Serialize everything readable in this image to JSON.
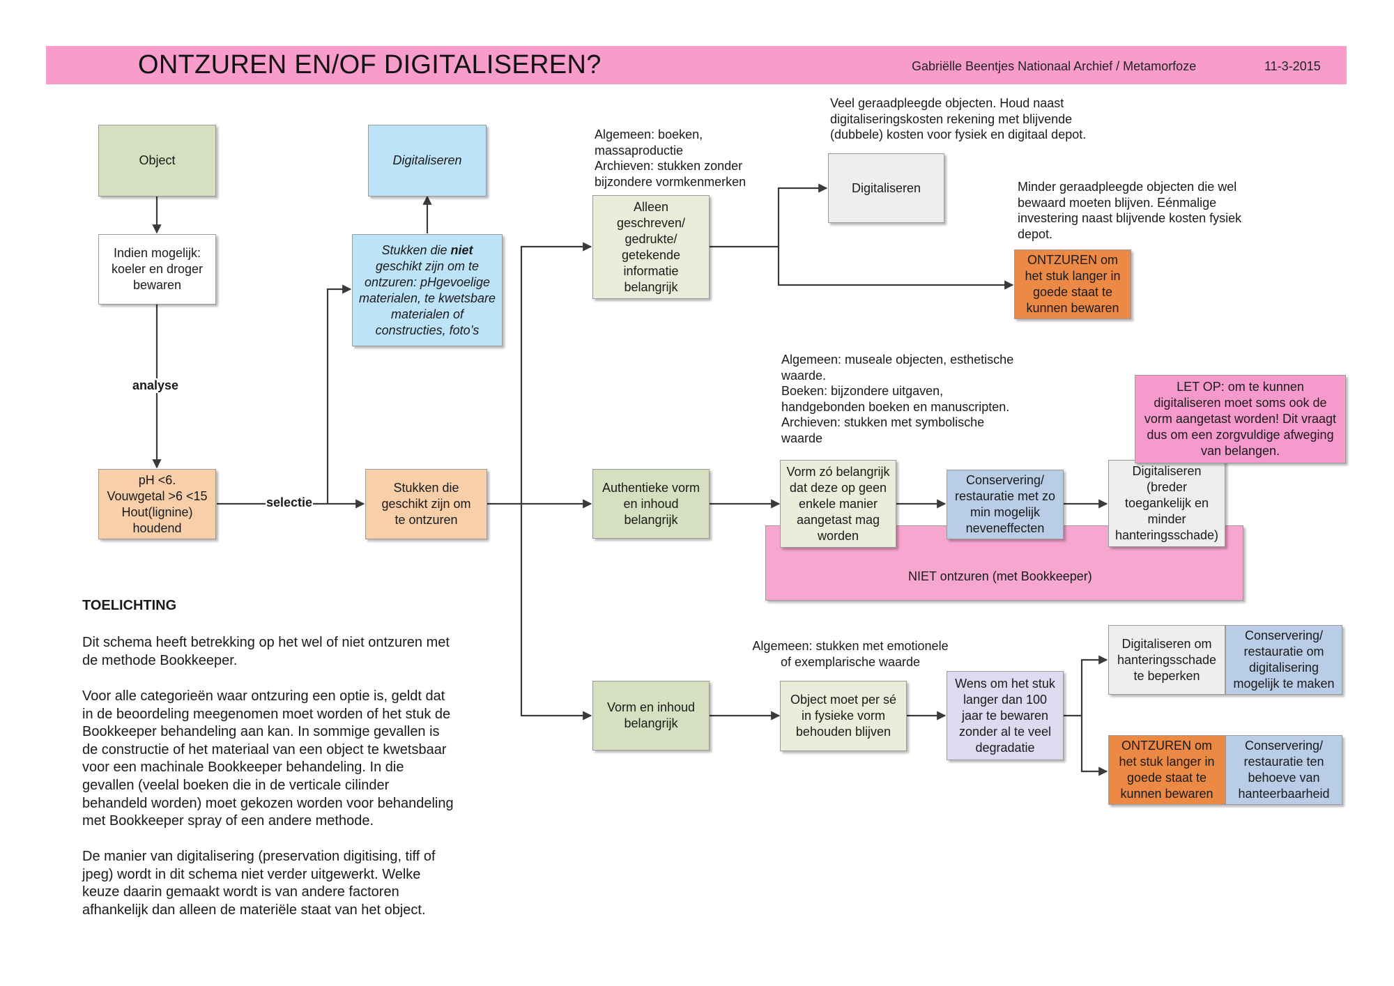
{
  "header": {
    "title": "ONTZUREN EN/OF DIGITALISEREN?",
    "author": "Gabriëlle Beentjes Nationaal Archief / Metamorfoze",
    "date": "11-3-2015"
  },
  "colors": {
    "header_pink": "#f79ccb",
    "green": "#d6dfbf",
    "peach": "#f8cfa8",
    "blue": "#bde3f8",
    "steel_blue": "#b9cde6",
    "orange": "#ec8a45",
    "pink": "#f699cc",
    "lavender": "#dfdaf0"
  },
  "nodes": {
    "object": "Object",
    "koeler": [
      "Indien mogelijk:",
      "koeler en droger",
      "bewaren"
    ],
    "ph": [
      "pH <6.",
      "Vouwgetal >6 <15",
      "Hout(lignine)",
      "houdend"
    ],
    "digitaliseren_top": "Digitaliseren",
    "niet_geschikt": {
      "pre": "Stukken die ",
      "bold": "niet",
      "post": " geschikt zijn om te ontzuren: pHgevoelige materialen, te kwetsbare materialen of constructies, foto’s"
    },
    "geschikt": [
      "Stukken die",
      "geschikt zijn om",
      "te ontzuren"
    ],
    "alleen": [
      "Alleen",
      "geschreven/",
      "gedrukte/",
      "getekende",
      "informatie",
      "belangrijk"
    ],
    "digitaliseren_r1": "Digitaliseren",
    "ontzuren_r1": [
      "ONTZUREN om",
      "het stuk langer in",
      "goede staat te",
      "kunnen bewaren"
    ],
    "authentiek": [
      "Authentieke vorm",
      "en inhoud",
      "belangrijk"
    ],
    "vorm_zo": [
      "Vorm zó belangrijk",
      "dat deze op geen",
      "enkele manier",
      "aangetast mag",
      "worden"
    ],
    "conservering_r2": [
      "Conservering/",
      "restauratie met zo",
      "min mogelijk",
      "neveneffecten"
    ],
    "digitaliseren_r2": [
      "Digitaliseren",
      "(breder",
      "toegankelijk en",
      "minder",
      "hanteringsschade)"
    ],
    "niet_ontzuren": "NIET ontzuren (met Bookkeeper)",
    "let_op": [
      "LET OP: om te kunnen",
      "digitaliseren moet soms ook de",
      "vorm aangetast worden! Dit vraagt",
      "dus om een zorgvuldige afweging",
      "van belangen."
    ],
    "vorm_inhoud": [
      "Vorm en inhoud",
      "belangrijk"
    ],
    "object_fysiek": [
      "Object moet per sé",
      "in fysieke vorm",
      "behouden blijven"
    ],
    "wens": [
      "Wens om het stuk",
      "langer dan 100",
      "jaar te bewaren",
      "zonder al te veel",
      "degradatie"
    ],
    "dig_hantering": [
      "Digitaliseren om",
      "hanteringsschade",
      "te beperken"
    ],
    "cons_dig": [
      "Conservering/",
      "restauratie om",
      "digitalisering",
      "mogelijk te maken"
    ],
    "ontzuren_r3": [
      "ONTZUREN om",
      "het stuk langer in",
      "goede staat te",
      "kunnen bewaren"
    ],
    "cons_behoeve": [
      "Conservering/",
      "restauratie ten",
      "behoeve van",
      "hanteerbaarheid"
    ]
  },
  "edge_labels": {
    "analyse": "analyse",
    "selectie": "selectie"
  },
  "notes": {
    "algemeen_boeken": [
      "Algemeen: boeken,",
      "massaproductie",
      "Archieven: stukken zonder",
      "bijzondere vormkenmerken"
    ],
    "veel_geraadpleegde": [
      "Veel geraadpleegde objecten. Houd naast",
      "digitaliseringskosten rekening met blijvende",
      "(dubbele) kosten voor fysiek en digitaal depot."
    ],
    "minder_geraadpleegde": [
      "Minder geraadpleegde objecten die wel",
      "bewaard moeten blijven. Eénmalige",
      "investering naast blijvende kosten fysiek",
      "depot."
    ],
    "algemeen_museale": [
      "Algemeen: museale objecten, esthetische",
      "waarde.",
      "Boeken: bijzondere uitgaven,",
      "handgebonden boeken en manuscripten.",
      "Archieven: stukken met symbolische",
      "waarde"
    ],
    "algemeen_emotionele": [
      "Algemeen: stukken met emotionele",
      "of exemplarische waarde"
    ]
  },
  "explanation": {
    "heading": "TOELICHTING",
    "paragraphs": [
      [
        "Dit schema heeft betrekking op het wel of niet ontzuren met",
        "de methode Bookkeeper."
      ],
      [
        "Voor alle categorieën waar ontzuring een optie is, geldt dat",
        "in de beoordeling meegenomen moet worden of het stuk de",
        "Bookkeeper behandeling aan kan. In sommige gevallen is",
        "de constructie of het materiaal van een object te kwetsbaar",
        "voor een machinale Bookkeeper behandeling. In die",
        "gevallen (veelal boeken die in de verticale cilinder",
        "behandeld worden) moet gekozen worden voor behandeling",
        "met Bookkeeper spray of een andere methode."
      ],
      [
        "De manier van digitalisering (preservation digitising, tiff of",
        "jpeg) wordt in dit schema niet verder uitgewerkt. Welke",
        "keuze daarin gemaakt wordt is van andere factoren",
        "afhankelijk dan alleen de materiële staat van het object."
      ]
    ]
  }
}
